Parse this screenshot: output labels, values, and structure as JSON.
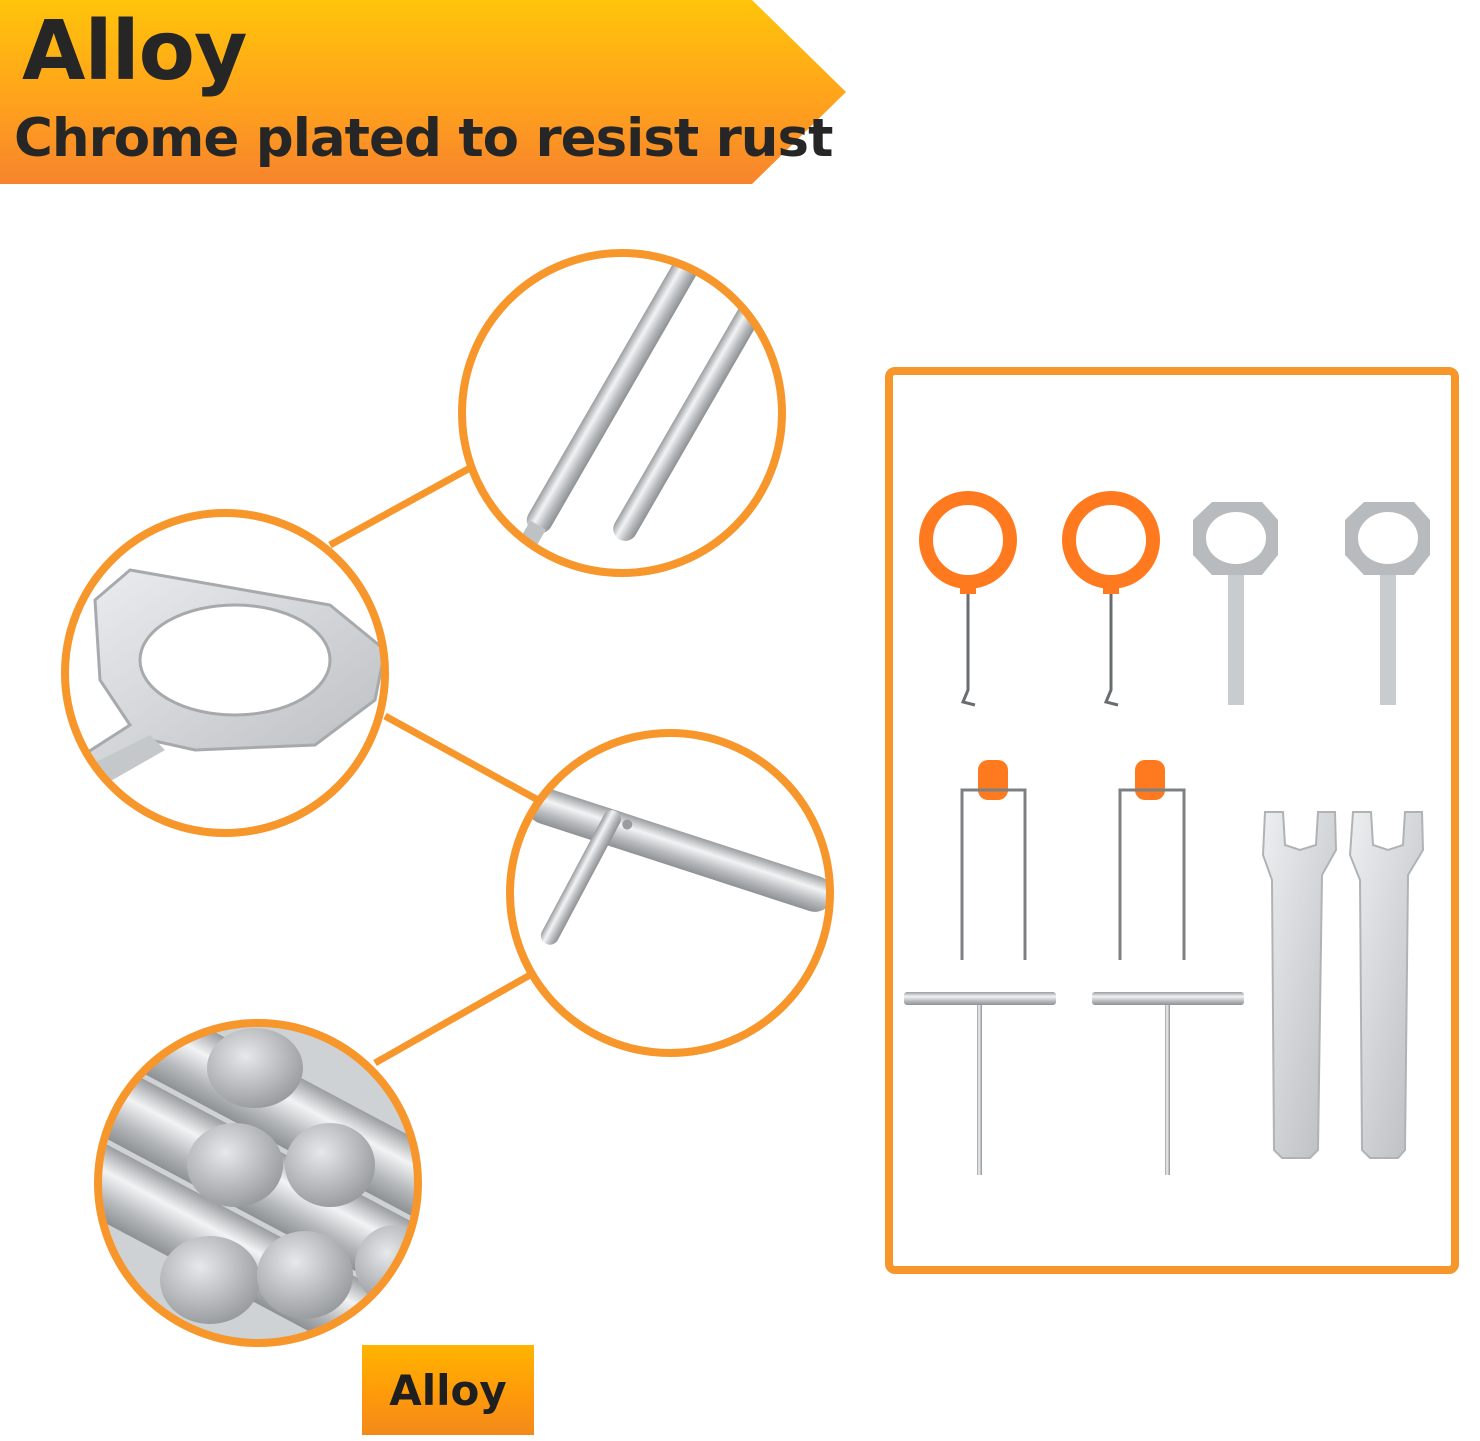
{
  "header": {
    "title": "Alloy",
    "subtitle": "Chrome plated to resist rust"
  },
  "footer_label": "Alloy",
  "colors": {
    "banner_top": "#ffc107",
    "banner_bottom": "#f7862a",
    "accent_orange": "#f7962a",
    "tool_orange": "#ff7a1f",
    "steel": "#c9ccce"
  }
}
